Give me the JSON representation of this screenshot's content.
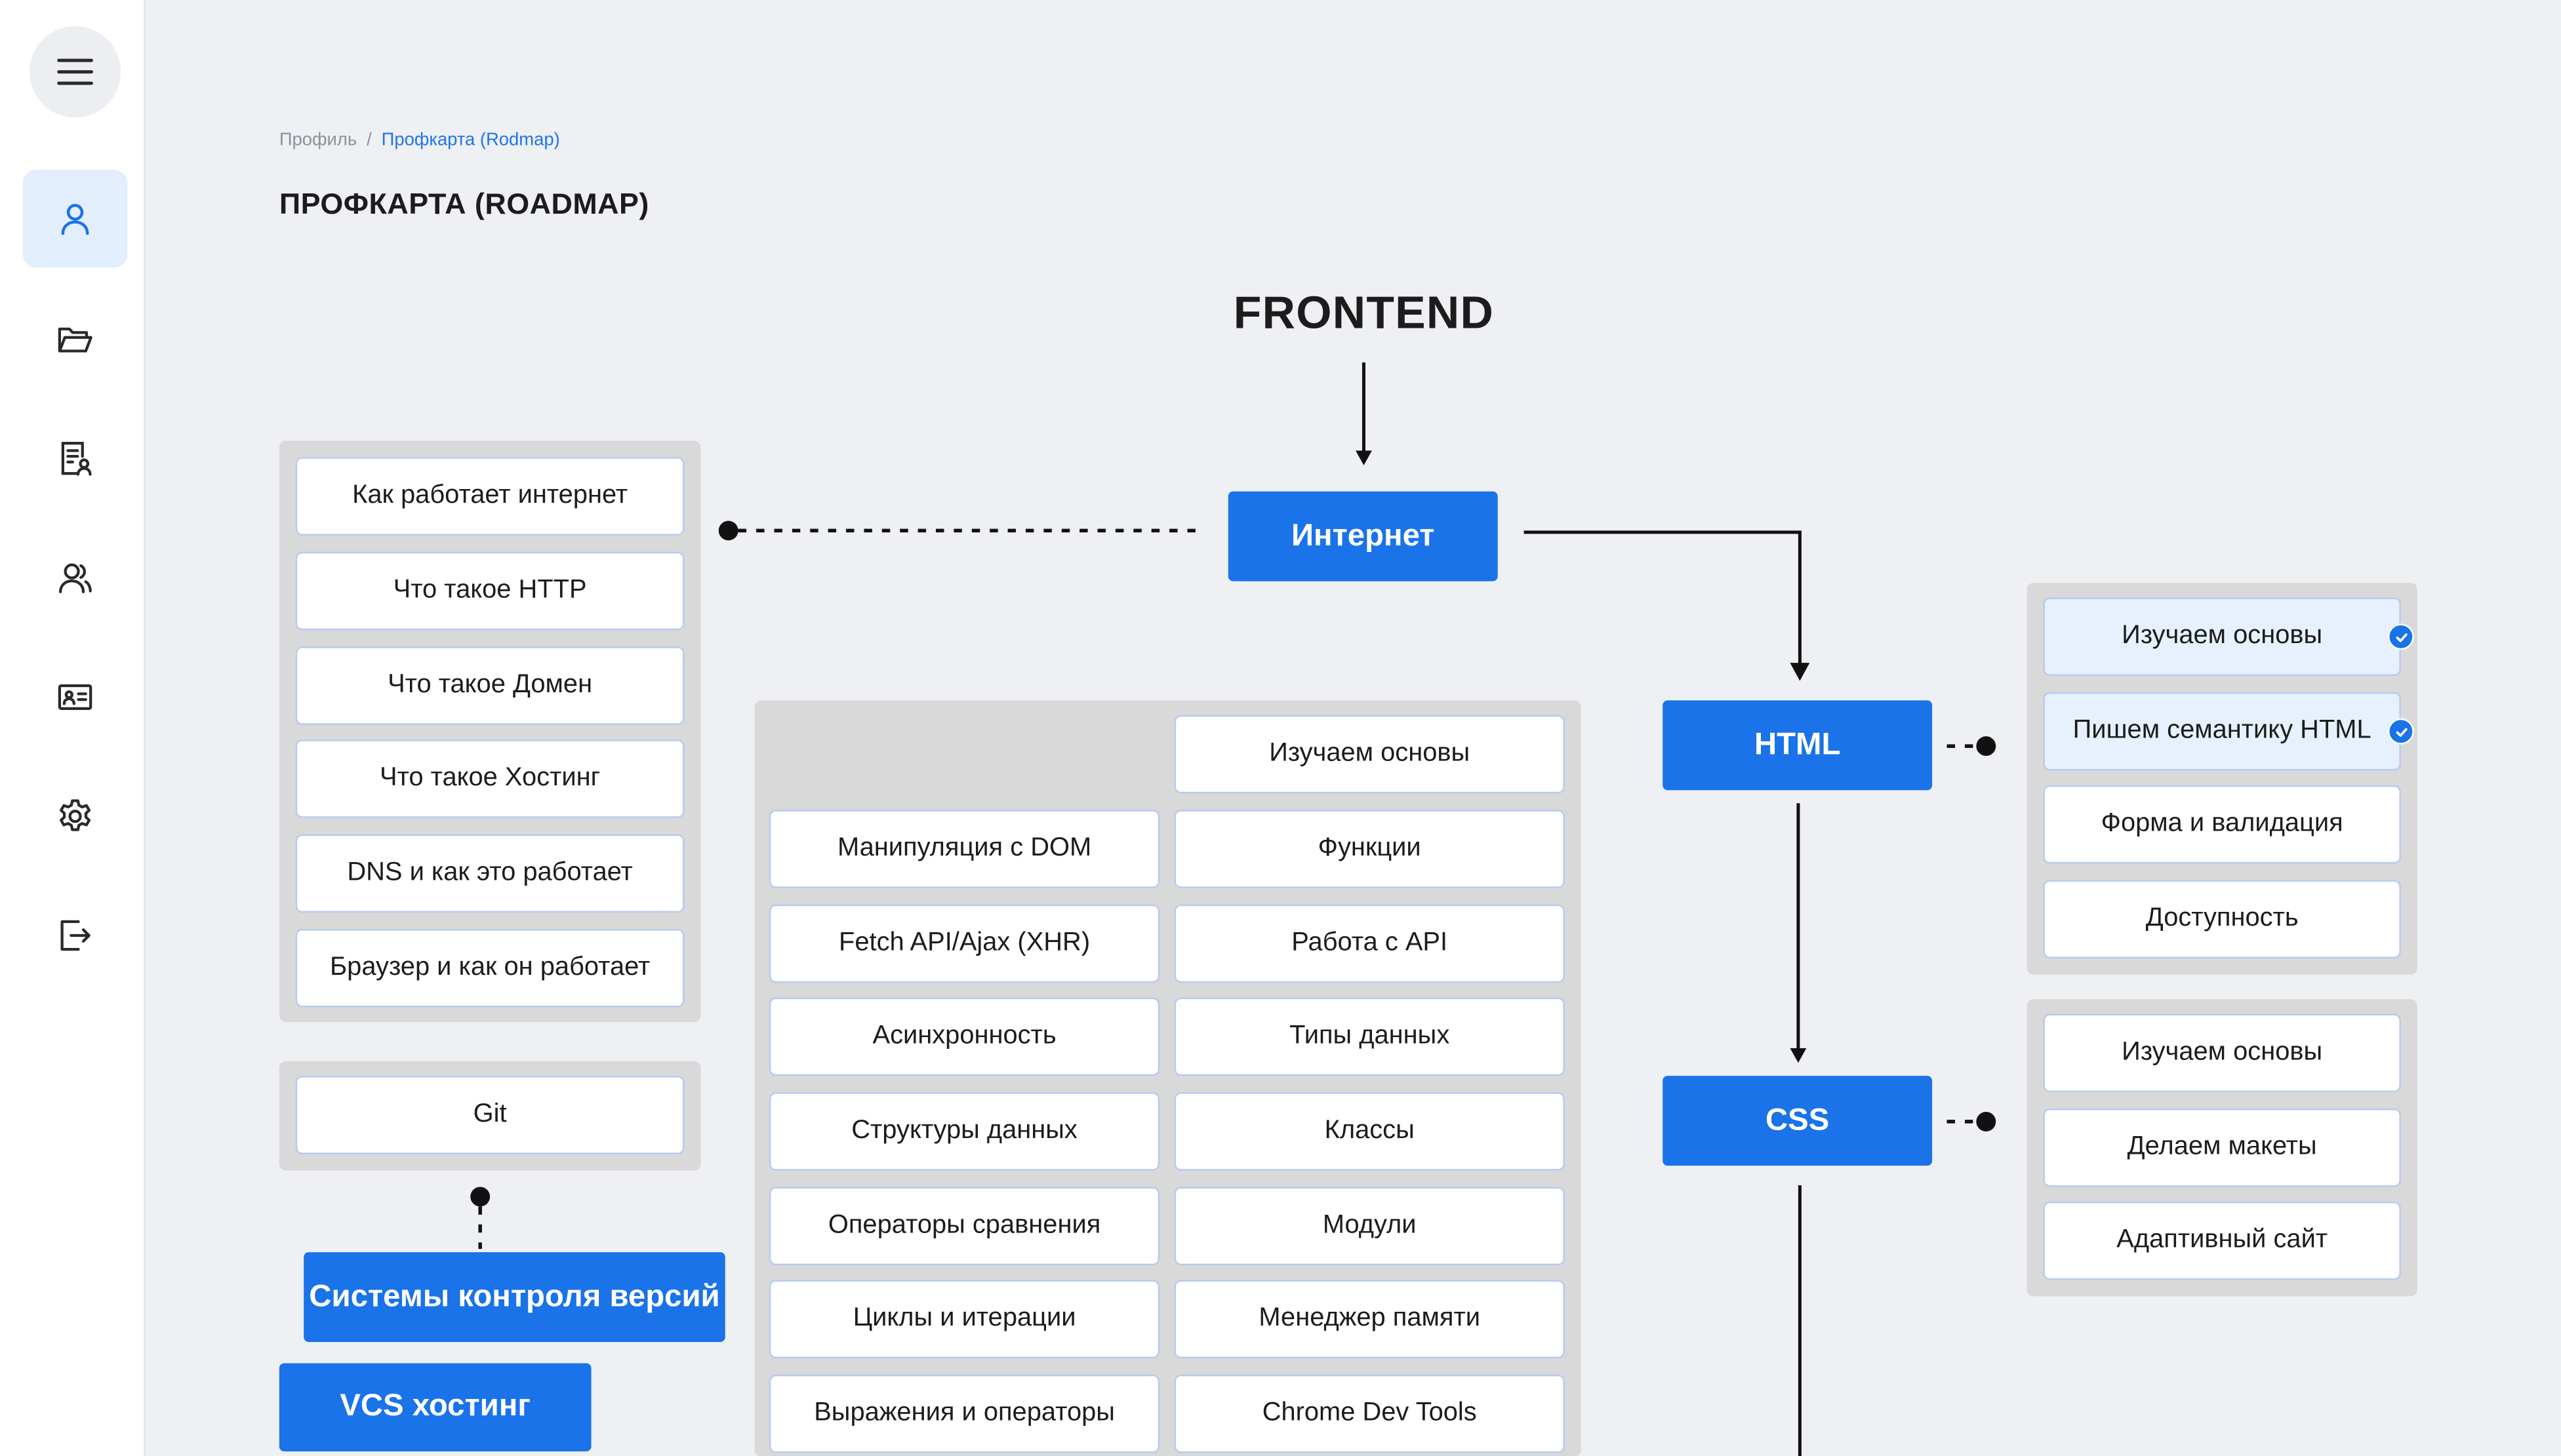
{
  "sidebar": {
    "items": [
      {
        "icon": "profile-icon",
        "active": true
      },
      {
        "icon": "folder-icon",
        "active": false
      },
      {
        "icon": "resume-icon",
        "active": false
      },
      {
        "icon": "users-icon",
        "active": false
      },
      {
        "icon": "id-card-icon",
        "active": false
      },
      {
        "icon": "gear-icon",
        "active": false
      },
      {
        "icon": "logout-icon",
        "active": false
      }
    ]
  },
  "breadcrumb": {
    "root": "Профиль",
    "separator": "/",
    "current": "Профкарта (Rodmap)"
  },
  "page_title": "ПРОФКАРТА (ROADMAP)",
  "roadmap": {
    "title": "FRONTEND",
    "nodes": {
      "internet": "Интернет",
      "html": "HTML",
      "css": "CSS",
      "vcs": "Системы контроля версий",
      "vcs_hosting": "VCS хостинг"
    },
    "internet_topics": [
      "Как работает интернет",
      "Что такое HTTP",
      "Что такое Домен",
      "Что такое Хостинг",
      "DNS и как это работает",
      "Браузер и как он работает"
    ],
    "git_topics": [
      "Git"
    ],
    "js_topics": {
      "right_column": [
        "Изучаем основы",
        "Функции",
        "Работа с API",
        "Типы данных",
        "Классы",
        "Модули",
        "Менеджер памяти",
        "Chrome Dev Tools"
      ],
      "left_column": [
        "Манипуляция с DOM",
        "Fetch API/Ajax (XHR)",
        "Асинхронность",
        "Структуры данных",
        "Операторы сравнения",
        "Циклы и итерации",
        "Выражения и операторы"
      ]
    },
    "html_topics": [
      {
        "label": "Изучаем основы",
        "done": true
      },
      {
        "label": "Пишем семантику HTML",
        "done": true
      },
      {
        "label": "Форма и валидация",
        "done": false
      },
      {
        "label": "Доступность",
        "done": false
      }
    ],
    "css_topics": [
      {
        "label": "Изучаем основы",
        "done": false
      },
      {
        "label": "Делаем макеты",
        "done": false
      },
      {
        "label": "Адаптивный сайт",
        "done": false
      }
    ]
  },
  "colors": {
    "accent": "#1a73e8",
    "group_bg": "#d9d9d9",
    "item_border": "#b8cbf0",
    "done_bg": "#e6f1fd"
  }
}
